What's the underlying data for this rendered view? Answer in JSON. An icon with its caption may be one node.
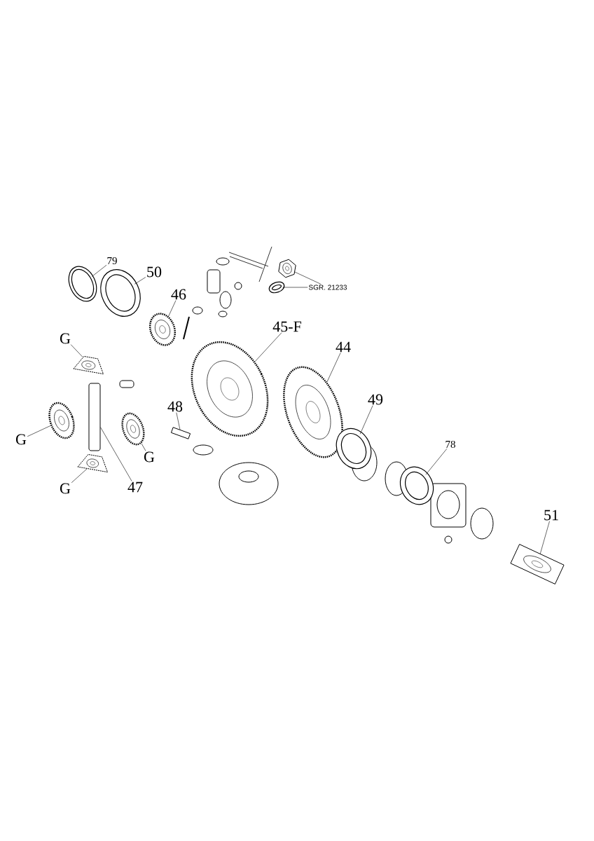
{
  "diagram": {
    "nodes": [
      {
        "text": [
          "79"
        ]
      },
      {
        "text": [
          "50"
        ]
      },
      {
        "text": [
          "46"
        ]
      },
      {
        "text": [
          "G"
        ]
      },
      {
        "text": [
          "45-F"
        ]
      },
      {
        "text": [
          "44"
        ]
      },
      {
        "text": [
          "49"
        ]
      },
      {
        "text": [
          "78"
        ]
      },
      {
        "text": [
          "51"
        ]
      },
      {
        "text": [
          "48"
        ]
      },
      {
        "text": [
          "G"
        ]
      },
      {
        "text": [
          "G"
        ]
      },
      {
        "text": [
          "G"
        ]
      },
      {
        "text": [
          "47"
        ]
      },
      {
        "text": [
          "SGR. 21233"
        ]
      },
      {
        "text": [],
        "shape": "circle"
      },
      {
        "text": [],
        "shape": "circle"
      },
      {
        "text": [],
        "shape": "picture"
      },
      {
        "text": [],
        "shape": "picture"
      },
      {
        "text": [],
        "shape": "picture"
      },
      {
        "text": [],
        "shape": "picture"
      },
      {
        "text": [],
        "shape": "circle"
      },
      {
        "text": [],
        "shape": "circle"
      },
      {
        "text": [],
        "shape": "picture"
      },
      {
        "text": [],
        "shape": "bar"
      },
      {
        "text": [],
        "shape": "picture"
      },
      {
        "text": [],
        "shape": "picture"
      },
      {
        "text": [],
        "shape": "picture"
      },
      {
        "text": [],
        "shape": "bar"
      },
      {
        "text": [],
        "shape": "picture"
      },
      {
        "text": [],
        "shape": "circle"
      }
    ],
    "edges": [
      {
        "from": 0,
        "to": 15,
        "arrow": "none"
      },
      {
        "from": 1,
        "to": 16,
        "arrow": "none"
      },
      {
        "from": 2,
        "to": 17,
        "arrow": "none"
      },
      {
        "from": 3,
        "to": 18,
        "arrow": "none"
      },
      {
        "from": 4,
        "to": 19,
        "arrow": "none"
      },
      {
        "from": 5,
        "to": 20,
        "arrow": "none"
      },
      {
        "from": 6,
        "to": 21,
        "arrow": "none"
      },
      {
        "from": 7,
        "to": 22,
        "arrow": "none"
      },
      {
        "from": 8,
        "to": 23,
        "arrow": "none"
      },
      {
        "from": 9,
        "to": 28,
        "arrow": "none"
      },
      {
        "from": 10,
        "to": 25,
        "arrow": "none"
      },
      {
        "from": 11,
        "to": 26,
        "arrow": "none"
      },
      {
        "from": 12,
        "to": 27,
        "arrow": "none"
      },
      {
        "from": 13,
        "to": 24,
        "arrow": "none"
      },
      {
        "from": 14,
        "to": 29,
        "arrow": "none"
      },
      {
        "from": 14,
        "to": 30,
        "arrow": "none"
      }
    ]
  }
}
